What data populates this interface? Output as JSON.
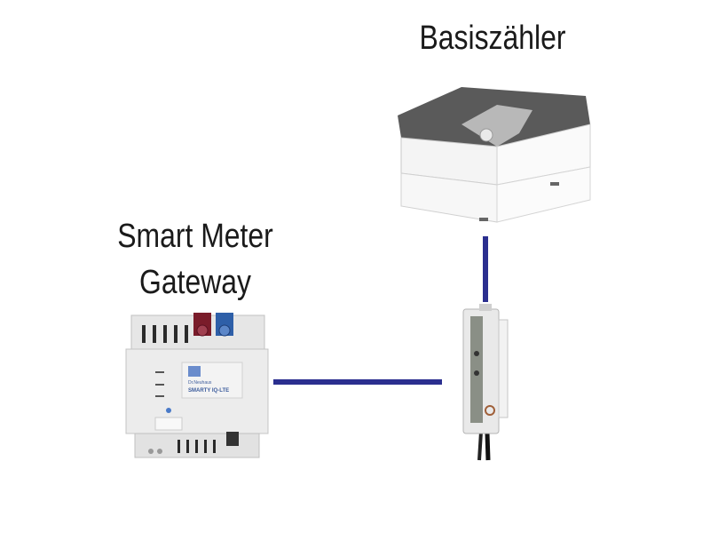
{
  "labels": {
    "meter": "Basiszähler",
    "gateway_line1": "Smart Meter",
    "gateway_line2": "Gateway"
  },
  "colors": {
    "connection_line": "#2b2f8f",
    "cable": "#111111"
  },
  "device_text": {
    "gateway_brand": "Dr.Neuhaus",
    "gateway_model": "SMARTY IQ-LTE"
  }
}
